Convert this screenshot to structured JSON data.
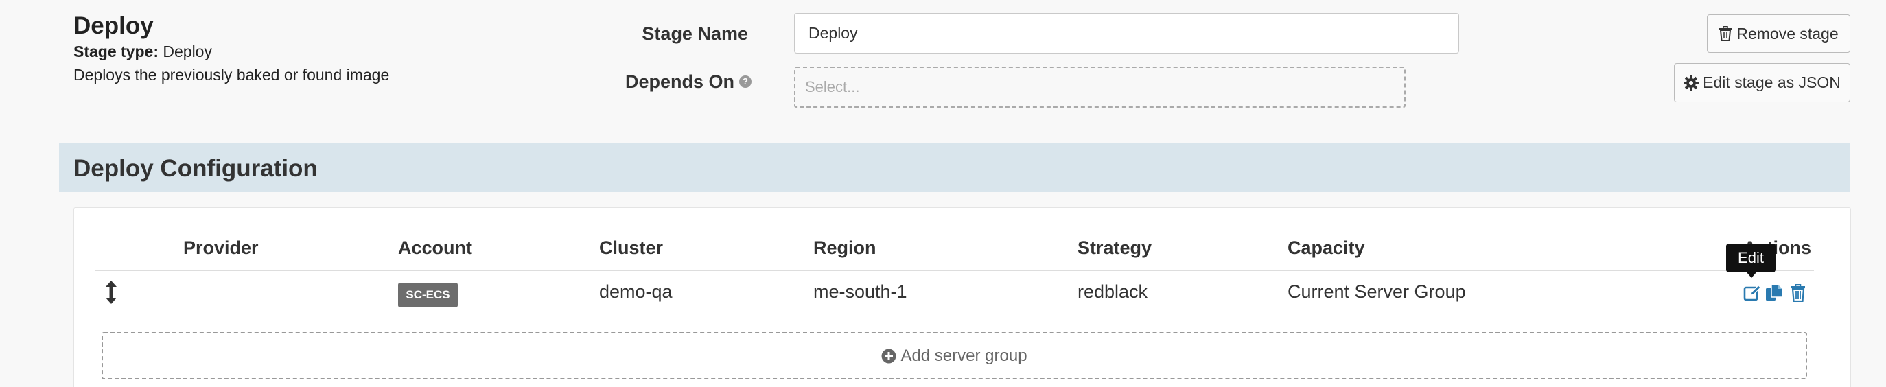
{
  "stage": {
    "title": "Deploy",
    "type_label": "Stage type:",
    "type_value": "Deploy",
    "description": "Deploys the previously baked or found image"
  },
  "form": {
    "stage_name_label": "Stage Name",
    "stage_name_value": "Deploy",
    "depends_on_label": "Depends On",
    "depends_on_placeholder": "Select..."
  },
  "buttons": {
    "remove_stage": "Remove stage",
    "edit_json": "Edit stage as JSON"
  },
  "section": {
    "title": "Deploy Configuration"
  },
  "table": {
    "headers": [
      "Provider",
      "Account",
      "Cluster",
      "Region",
      "Strategy",
      "Capacity",
      "Actions"
    ],
    "rows": [
      {
        "provider": "",
        "account": "SC-ECS",
        "cluster": "demo-qa",
        "region": "me-south-1",
        "strategy": "redblack",
        "capacity": "Current Server Group"
      }
    ]
  },
  "tooltip": "Edit",
  "add_server_group": "Add server group",
  "icons": {
    "remove": "trash-icon",
    "json": "gear-icon",
    "help": "question-circle-icon",
    "drag": "vertical-arrows-icon",
    "edit": "edit-icon",
    "copy": "copy-icon",
    "delete": "trash-icon",
    "add": "plus-circle-icon"
  },
  "colors": {
    "section_bar": "#d9e5ec",
    "badge": "#6d6d6d",
    "action_icon": "#2a7ab0",
    "tooltip_bg": "#111111"
  }
}
